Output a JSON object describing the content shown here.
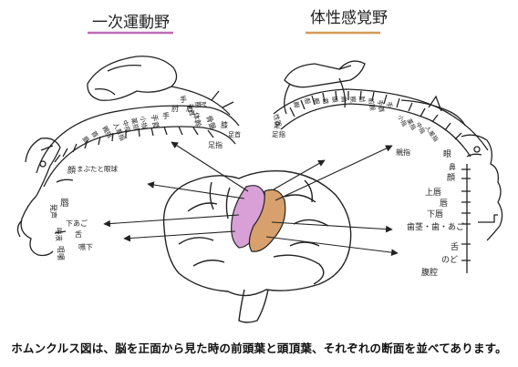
{
  "titles": {
    "motor": "一次運動野",
    "sensory": "体性感覚野"
  },
  "colors": {
    "motor_underline": "#c06bb7",
    "sensory_underline": "#d59a57",
    "motor_fill": "#d9a0d8",
    "sensory_fill": "#d7a06c"
  },
  "motor_labels": {
    "hip": "骨盤",
    "trunk": "体幹",
    "shoulder": "肩",
    "elbow": "肘",
    "wrist": "手",
    "hand": "手首",
    "little": "小指",
    "ring": "薬指",
    "middle": "中指",
    "index": "人差指",
    "thumb": "親指",
    "neck": "首",
    "brow": "眉",
    "eye": "まぶたと眼球",
    "face": "顔",
    "lips": "唇",
    "jaw": "下あご",
    "tongue": "舌",
    "swallow": "嚥下",
    "chew": "咀嚼",
    "vocal": "発声",
    "saliva": "唾液",
    "knee": "膝",
    "ankle": "足首",
    "toes": "足指",
    "hand_top": "手",
    "arm": "腕",
    "elbow2": "肘",
    "wrist2": "手首"
  },
  "sensory_labels": {
    "genital": "性器",
    "toes": "足指",
    "foot": "足",
    "leg": "脚",
    "hip": "股",
    "trunk": "胴",
    "neck": "首",
    "head": "頭",
    "shoulder": "肩",
    "arm": "腕",
    "elbow": "肘",
    "forearm": "前腕",
    "wrist": "手首",
    "hand": "手",
    "little": "小指",
    "ring": "薬指",
    "middle": "中指",
    "index": "人差指",
    "thumb": "親指",
    "eye": "眼",
    "nose": "鼻",
    "face": "顔",
    "upper_lip": "上唇",
    "lips": "唇",
    "lower_lip": "下唇",
    "teeth": "歯茎・歯・あご",
    "tongue": "舌",
    "throat": "のど",
    "abdomen": "腹腔"
  },
  "caption": "ホムンクルス図は、脳を正面から見た時の前頭葉と頭頂葉、それぞれの断面を並べてあります。"
}
